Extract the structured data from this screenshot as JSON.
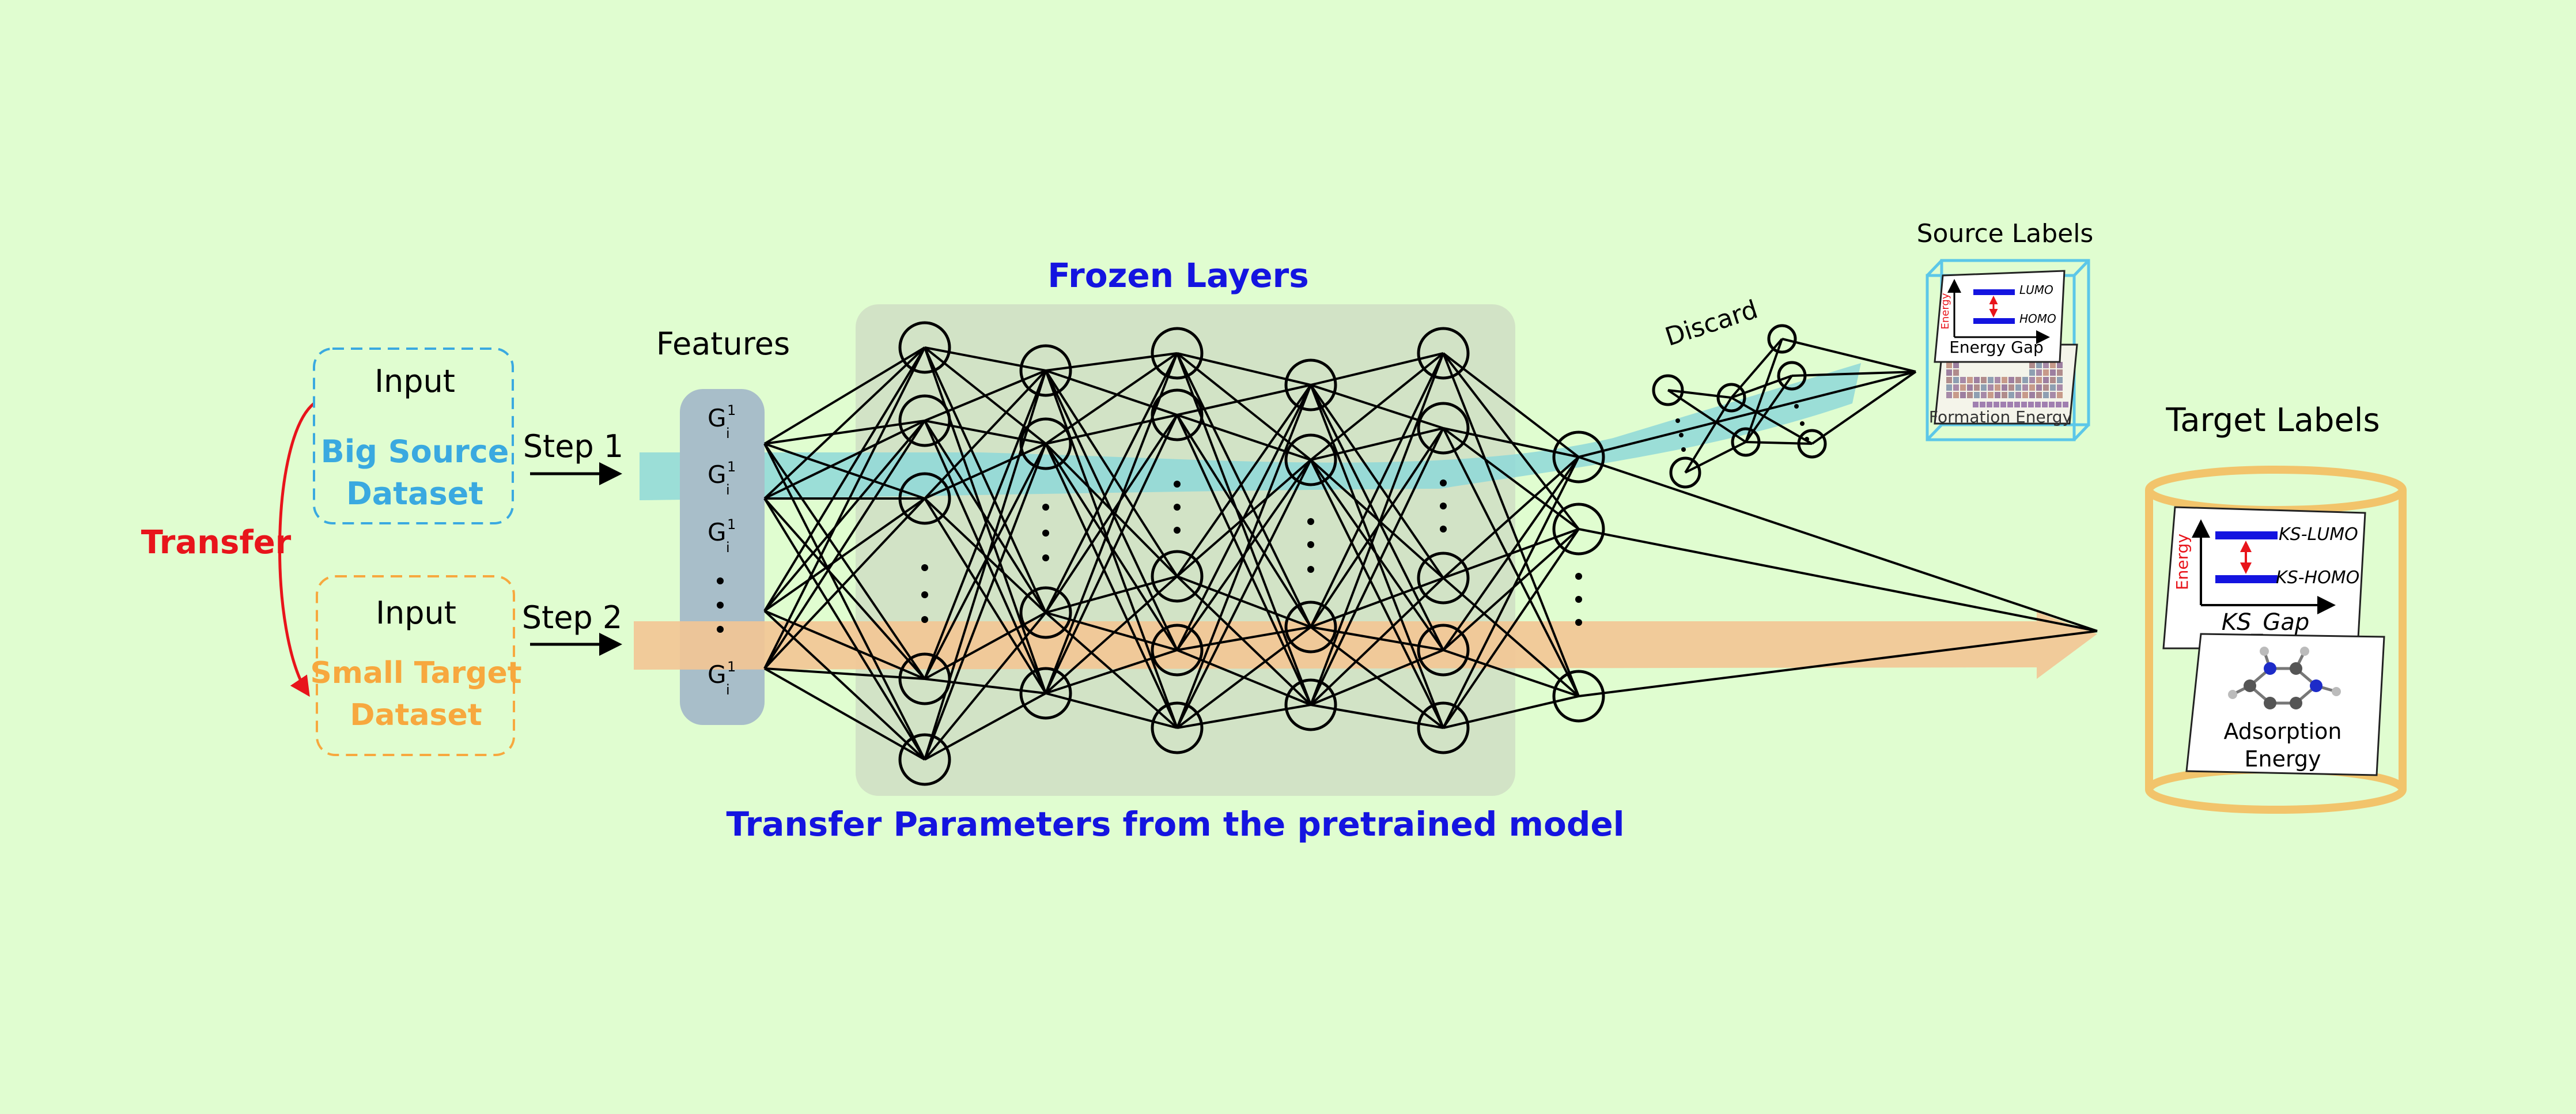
{
  "colors": {
    "background": "#e0fdd0",
    "frozen_panel": "#d2e3c6",
    "feature_panel": "#a8bec9",
    "source_blue": "#3aa9e0",
    "target_orange": "#f7a83e",
    "transfer_red": "#e8141b",
    "title_blue": "#1414e0",
    "teal_band": "#8ed8d8",
    "orange_band": "#f3c594",
    "cylinder": "#f2c46b"
  },
  "transfer": {
    "label": "Transfer"
  },
  "source_input": {
    "title": "Input",
    "line1": "Big Source",
    "line2": "Dataset"
  },
  "target_input": {
    "title": "Input",
    "line1": "Small Target",
    "line2": "Dataset"
  },
  "steps": {
    "step1": "Step 1",
    "step2": "Step 2"
  },
  "features": {
    "title": "Features",
    "items": [
      {
        "base": "G",
        "sub": "i",
        "sup": "1"
      },
      {
        "base": "G",
        "sub": "i",
        "sup": "1"
      },
      {
        "base": "G",
        "sub": "i",
        "sup": "1"
      },
      {
        "base": "G",
        "sub": "i",
        "sup": "1"
      }
    ]
  },
  "frozen": {
    "title": "Frozen Layers"
  },
  "caption": {
    "text": "Transfer Parameters from the pretrained model"
  },
  "discard": {
    "label": "Discard"
  },
  "source_labels": {
    "title": "Source Labels",
    "energy_axis": "Energy",
    "lumo": "LUMO",
    "homo": "HOMO",
    "energy_gap": "Energy Gap",
    "formation_energy": "Formation Energy"
  },
  "target_labels": {
    "title": "Target Labels",
    "energy_axis": "Energy",
    "ks_lumo": "KS-LUMO",
    "ks_homo": "KS-HOMO",
    "ks_gap": "KS_Gap",
    "adsorption_line1": "Adsorption",
    "adsorption_line2": "Energy"
  }
}
